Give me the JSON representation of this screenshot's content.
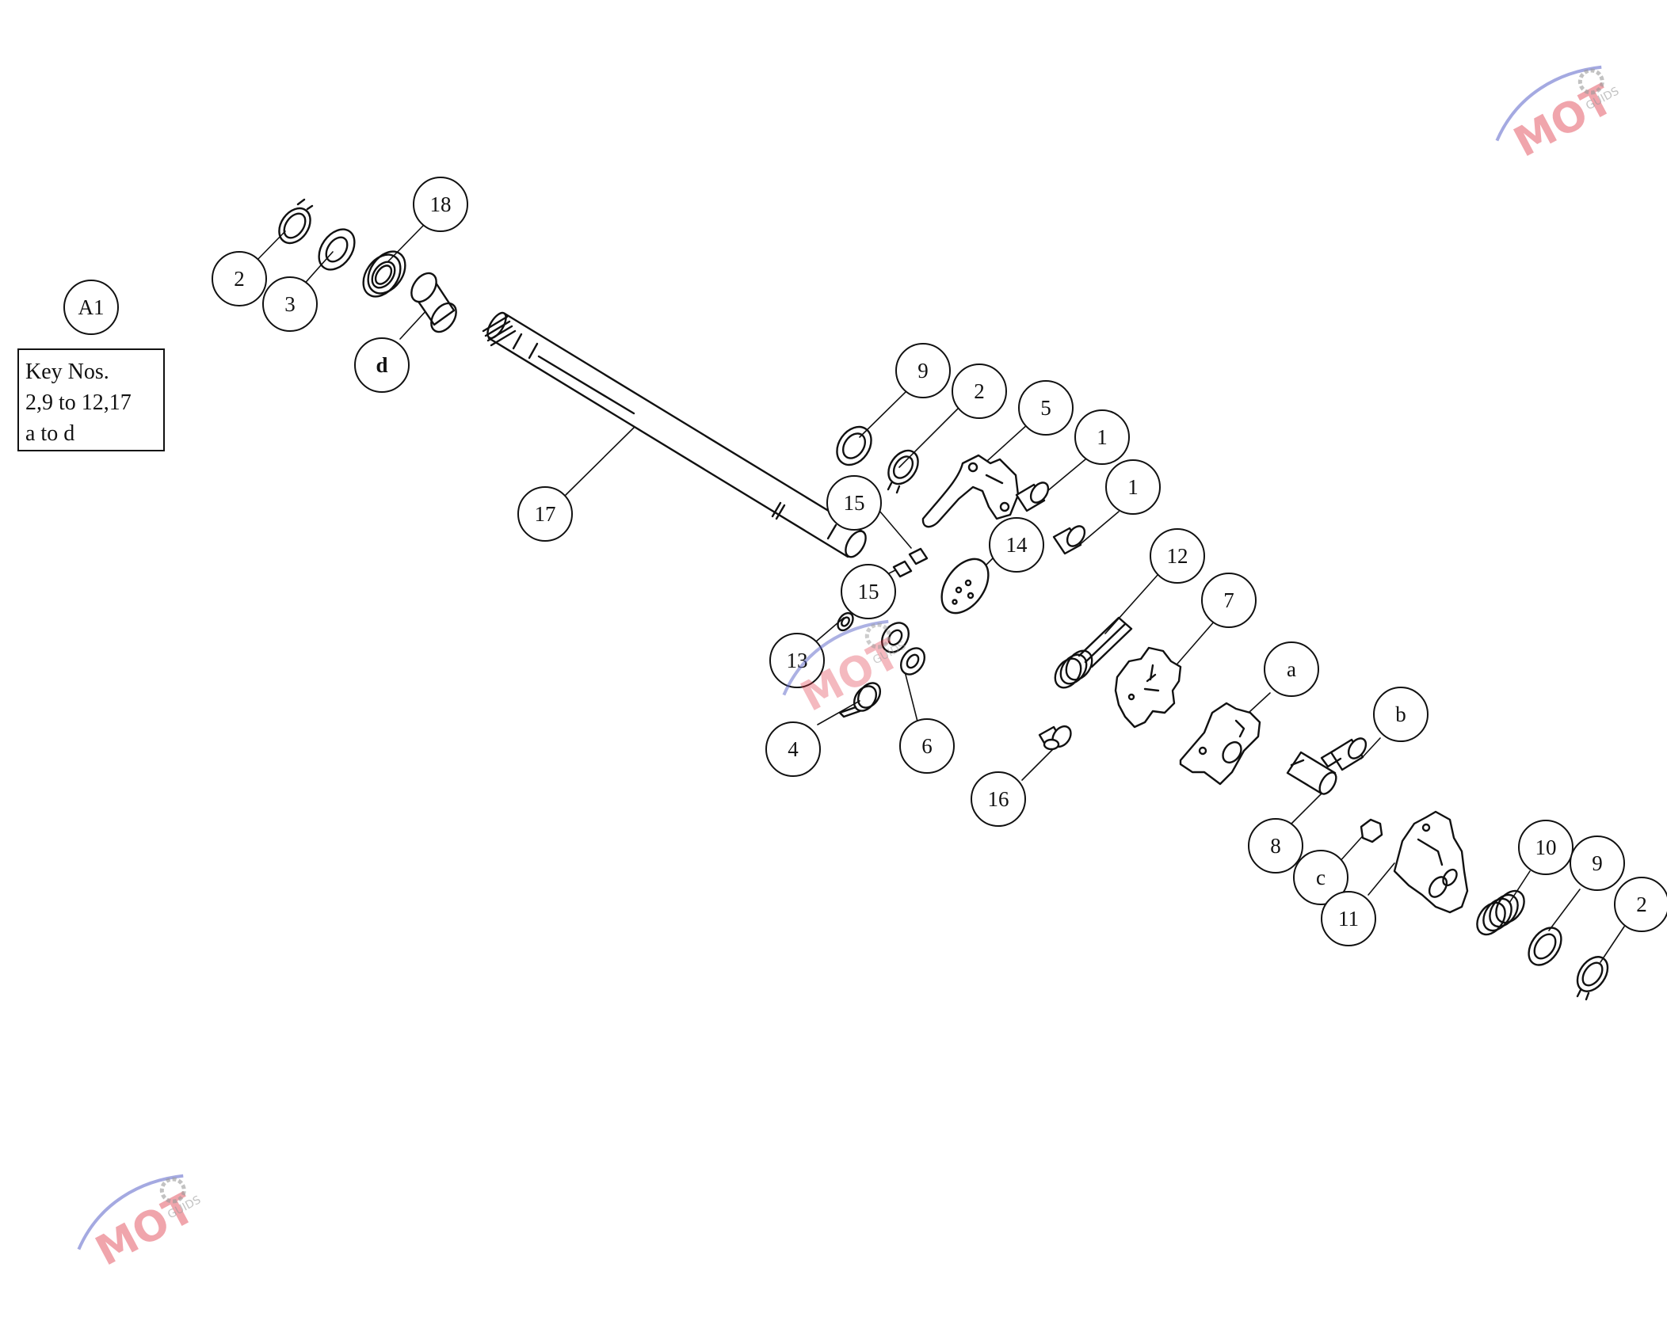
{
  "diagram": {
    "section_label": "A1",
    "key_note": [
      "Key Nos.",
      "2,9 to 12,17",
      "a to d"
    ],
    "callouts": [
      {
        "id": "c-2a",
        "label": "2"
      },
      {
        "id": "c-3",
        "label": "3"
      },
      {
        "id": "c-18",
        "label": "18"
      },
      {
        "id": "c-d",
        "label": "d",
        "bold": true
      },
      {
        "id": "c-17",
        "label": "17"
      },
      {
        "id": "c-9a",
        "label": "9"
      },
      {
        "id": "c-2b",
        "label": "2"
      },
      {
        "id": "c-5",
        "label": "5"
      },
      {
        "id": "c-1a",
        "label": "1"
      },
      {
        "id": "c-1b",
        "label": "1"
      },
      {
        "id": "c-15a",
        "label": "15"
      },
      {
        "id": "c-14",
        "label": "14"
      },
      {
        "id": "c-15b",
        "label": "15"
      },
      {
        "id": "c-12",
        "label": "12"
      },
      {
        "id": "c-7",
        "label": "7"
      },
      {
        "id": "c-13",
        "label": "13"
      },
      {
        "id": "c-4",
        "label": "4"
      },
      {
        "id": "c-6",
        "label": "6"
      },
      {
        "id": "c-a",
        "label": "a"
      },
      {
        "id": "c-b",
        "label": "b"
      },
      {
        "id": "c-16",
        "label": "16"
      },
      {
        "id": "c-8",
        "label": "8"
      },
      {
        "id": "c-c",
        "label": "c"
      },
      {
        "id": "c-11",
        "label": "11"
      },
      {
        "id": "c-10",
        "label": "10"
      },
      {
        "id": "c-9b",
        "label": "9"
      },
      {
        "id": "c-2c",
        "label": "2"
      }
    ]
  },
  "watermark": {
    "main": "MOT",
    "sub": "GUIDS",
    "color_red": "#e03a4a",
    "color_blue": "#5a63c8",
    "color_gray": "#9a9a9a"
  }
}
